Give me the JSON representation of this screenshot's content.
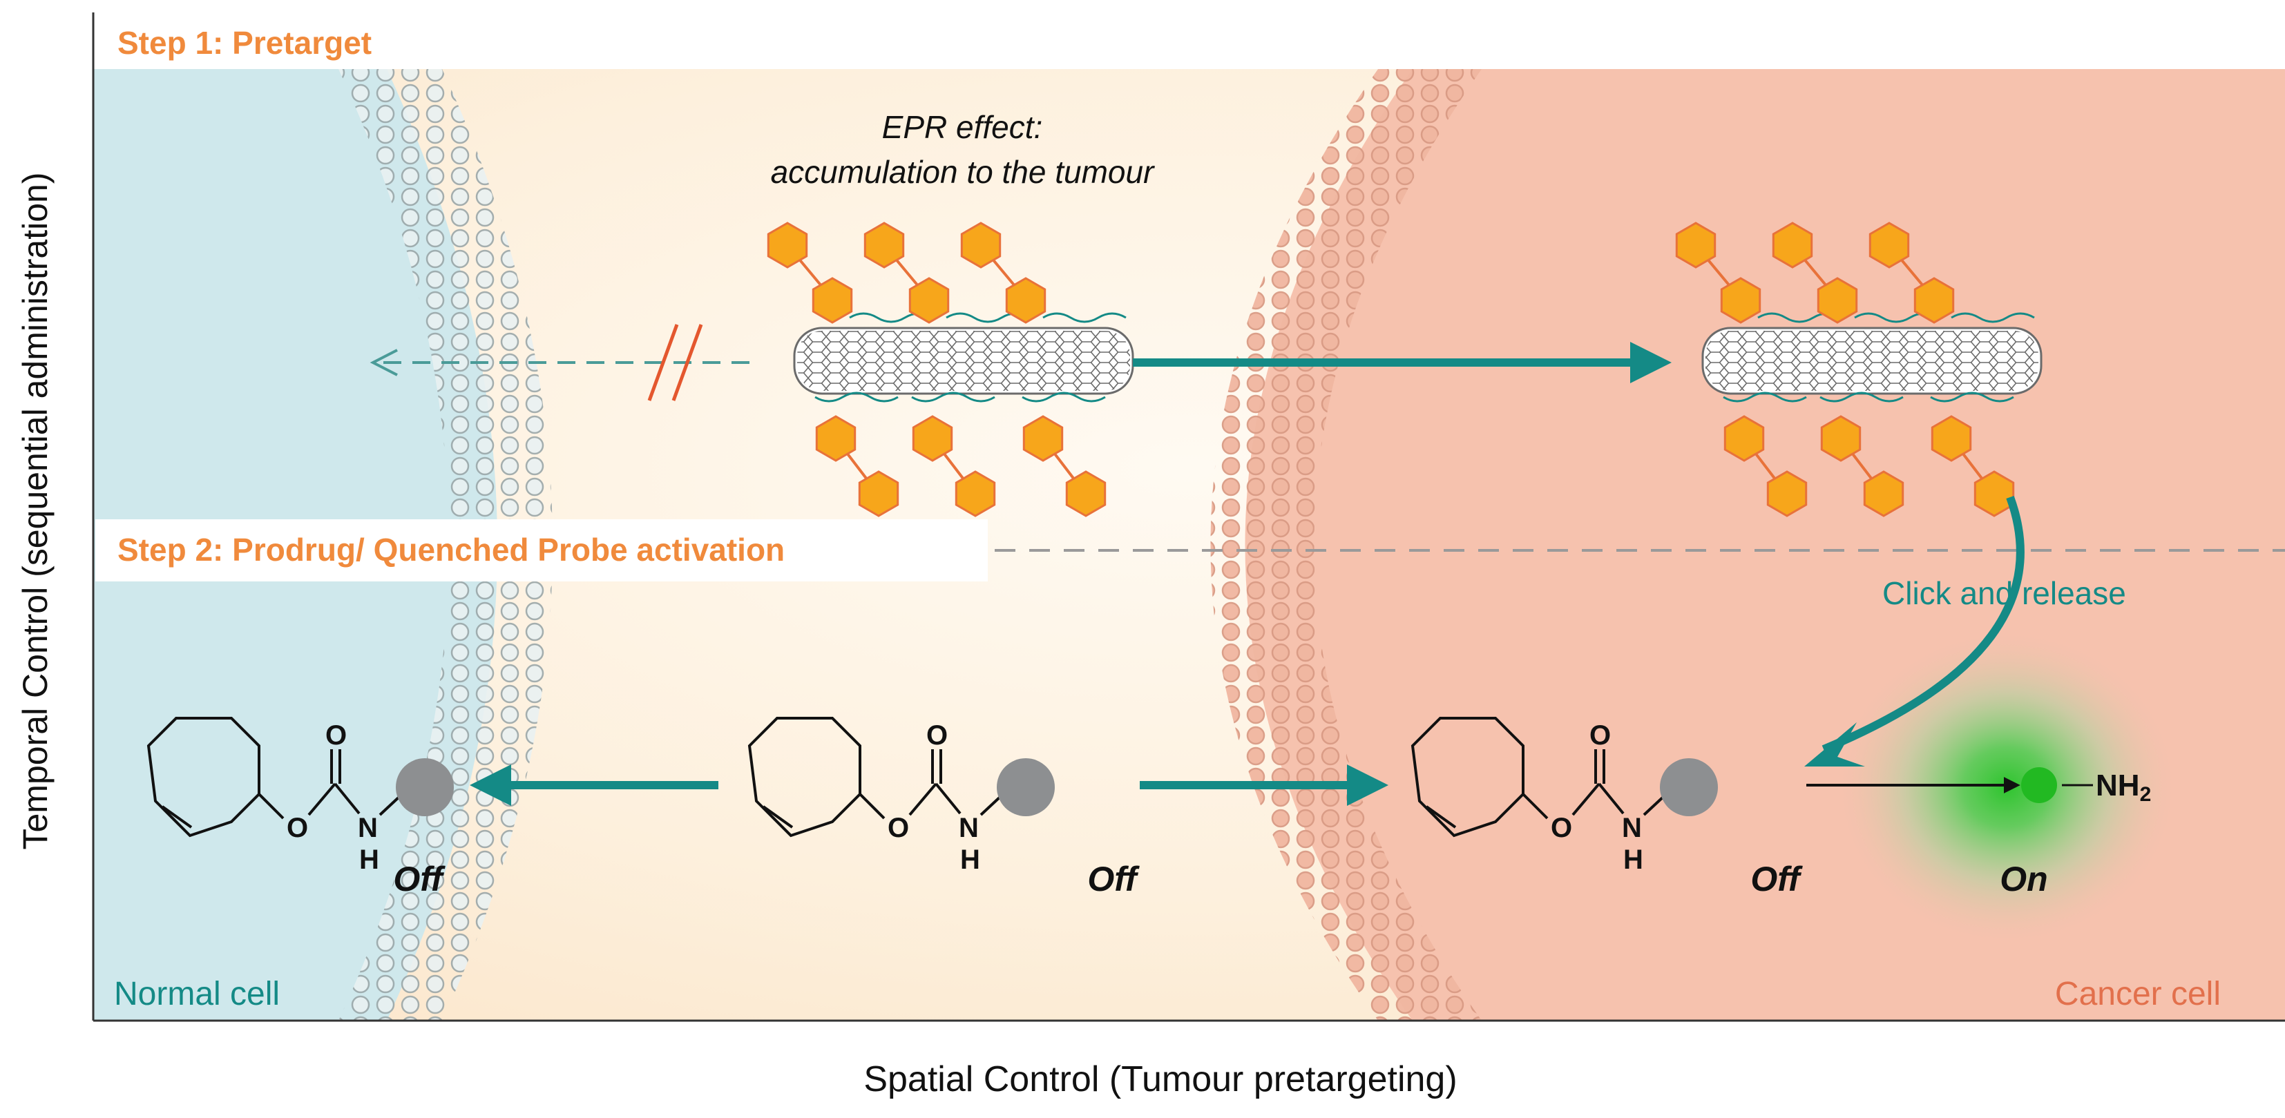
{
  "labels": {
    "step1": "Step 1: Pretarget",
    "step2": "Step 2: Prodrug/ Quenched Probe activation",
    "epr_line1": "EPR effect:",
    "epr_line2": "accumulation to the tumour",
    "click_release": "Click and release",
    "normal_cell": "Normal cell",
    "cancer_cell": "Cancer cell",
    "off": "Off",
    "on": "On",
    "o_atom": "O",
    "n_atom": "N",
    "h_atom": "H",
    "nh2": "NH",
    "nh2_sub": "2",
    "y_axis": "Temporal Control (sequential administration)",
    "x_axis": "Spatial Control (Tumour pretargeting)"
  },
  "colors": {
    "step_orange": "#f08a3c",
    "teal": "#148a86",
    "normal_bg": "#cfe8ec",
    "tumour_bg": "#fdecd6",
    "cancer_bg": "#f6c2ae",
    "hexagon": "#f7a61b",
    "hexagon_stroke": "#e8723a",
    "quencher": "#8d8f91",
    "fluorophore": "#3fc23f",
    "membrane": "#9aa6a8"
  },
  "icons": {
    "nanotube": "carbon-nanotube-icon",
    "tco_carbamate": "trans-cyclooctene-carbamate-icon",
    "quencher": "quencher-dot-icon",
    "fluorophore": "fluorophore-glow-icon"
  }
}
